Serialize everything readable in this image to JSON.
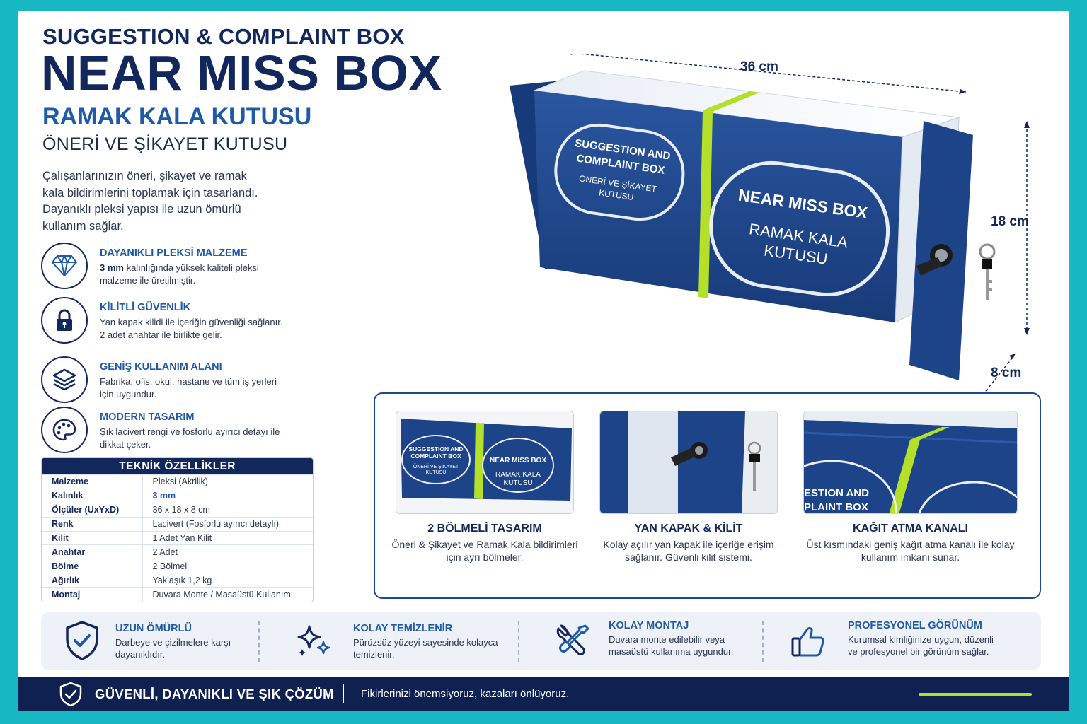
{
  "header": {
    "subtitle": "SUGGESTION & COMPLAINT BOX",
    "title": "NEAR MISS BOX",
    "title_tr": "RAMAK KALA KUTUSU",
    "subtitle_tr": "ÖNERİ VE ŞİKAYET KUTUSU"
  },
  "intro": "Çalışanlarınızın öneri, şikayet ve ramak kala bildirimlerini toplamak için tasarlandı. Dayanıklı pleksi yapısı ile uzun ömürlü kullanım sağlar.",
  "features": [
    {
      "icon": "diamond-icon",
      "title": "DAYANIKLI PLEKSİ MALZEME",
      "bold": "3 mm",
      "desc": " kalınlığında yüksek kaliteli pleksi malzeme ile üretilmiştir."
    },
    {
      "icon": "lock-icon",
      "title": "KİLİTLİ GÜVENLİK",
      "desc": "Yan kapak kilidi ile içeriğin güvenliği sağlanır. 2 adet anahtar ile birlikte gelir."
    },
    {
      "icon": "layers-icon",
      "title": "GENİŞ KULLANIM ALANI",
      "desc": "Fabrika, ofis, okul, hastane ve tüm iş yerleri için uygundur."
    },
    {
      "icon": "palette-icon",
      "title": "MODERN TASARIM",
      "desc": "Şık lacivert rengi ve fosforlu ayırıcı detayı ile dikkat çeker."
    }
  ],
  "spec": {
    "title": "TEKNİK ÖZELLİKLER",
    "rows": [
      {
        "k": "Malzeme",
        "v": "Pleksi (Akrilik)"
      },
      {
        "k": "Kalınlık",
        "v": "3 mm"
      },
      {
        "k": "Ölçüler (UxYxD)",
        "v": "36 x 18 x 8 cm"
      },
      {
        "k": "Renk",
        "v": "Lacivert (Fosforlu ayırıcı detaylı)"
      },
      {
        "k": "Kilit",
        "v": "1 Adet Yan Kilit"
      },
      {
        "k": "Anahtar",
        "v": "2 Adet"
      },
      {
        "k": "Bölme",
        "v": "2 Bölmeli"
      },
      {
        "k": "Ağırlık",
        "v": "Yaklaşık 1,2 kg"
      },
      {
        "k": "Montaj",
        "v": "Duvara Monte / Masaüstü Kullanım"
      }
    ]
  },
  "product": {
    "dim_width": "36 cm",
    "dim_height": "18 cm",
    "dim_depth": "8 cm",
    "label_left": [
      "SUGGESTION AND",
      "COMPLAINT BOX",
      "ÖNERİ VE ŞİKAYET",
      "KUTUSU"
    ],
    "label_right": [
      "NEAR MISS BOX",
      "RAMAK KALA",
      "KUTUSU"
    ]
  },
  "details": [
    {
      "title": "2 BÖLMELİ TASARIM",
      "desc": "Öneri & Şikayet ve Ramak Kala bildirimleri için ayrı bölmeler."
    },
    {
      "title": "YAN KAPAK & KİLİT",
      "desc": "Kolay açılır yan kapak ile içeriğe erişim sağlanır. Güvenli kilit sistemi."
    },
    {
      "title": "KAĞIT ATMA KANALI",
      "desc": "Üst kısmındaki geniş kağıt atma kanalı ile kolay kullanım imkanı sunar."
    }
  ],
  "detail_thumb_labels": {
    "a_left": [
      "SUGGESTION AND",
      "COMPLAINT BOX",
      "ÖNERİ VE ŞİKAYET",
      "KUTUSU"
    ],
    "a_right": [
      "NEAR MISS BOX",
      "RAMAK KALA",
      "KUTUSU"
    ],
    "c_left": [
      "ESTION AND",
      "PLAINT BOX"
    ]
  },
  "benefits": [
    {
      "icon": "shield-check-icon",
      "title": "UZUN ÖMÜRLÜ",
      "desc": "Darbeye ve çizilmelere karşı dayanıklıdır."
    },
    {
      "icon": "sparkle-icon",
      "title": "KOLAY TEMİZLENİR",
      "desc": "Pürüzsüz yüzeyi sayesinde kolayca temizlenir."
    },
    {
      "icon": "tools-icon",
      "title": "KOLAY MONTAJ",
      "desc": "Duvara monte edilebilir veya masaüstü kullanıma uygundur."
    },
    {
      "icon": "thumbs-up-icon",
      "title": "PROFESYONEL GÖRÜNÜM",
      "desc": "Kurumsal kimliğinize uygun, düzenli ve profesyonel bir görünüm sağlar."
    }
  ],
  "footer": {
    "title": "GÜVENLİ, DAYANIKLI VE ŞIK ÇÖZÜM",
    "slogan": "Fikirlerinizi önemsiyoruz, kazaları önlüyoruz."
  },
  "colors": {
    "navy": "#12285c",
    "accent_blue": "#1f5aa6",
    "box_blue": "#1d3f80",
    "lime": "#b4e02a",
    "frame": "#17b8c4"
  }
}
